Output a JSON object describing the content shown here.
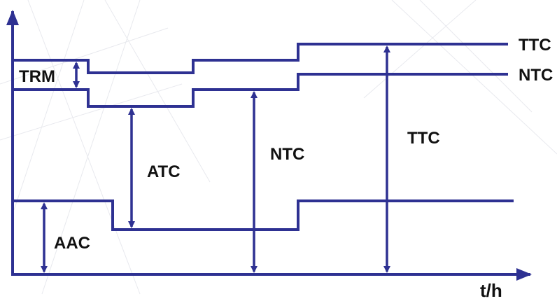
{
  "colors": {
    "line": "#2E3192",
    "text": "#111111",
    "background": "#ffffff",
    "watermark": "#cfd3dc"
  },
  "labels": {
    "ttc_right": "TTC",
    "ntc_right": "NTC",
    "trm": "TRM",
    "atc": "ATC",
    "ntc_mid": "NTC",
    "ttc_mid": "TTC",
    "aac": "AAC",
    "x_axis": "t/h"
  }
}
